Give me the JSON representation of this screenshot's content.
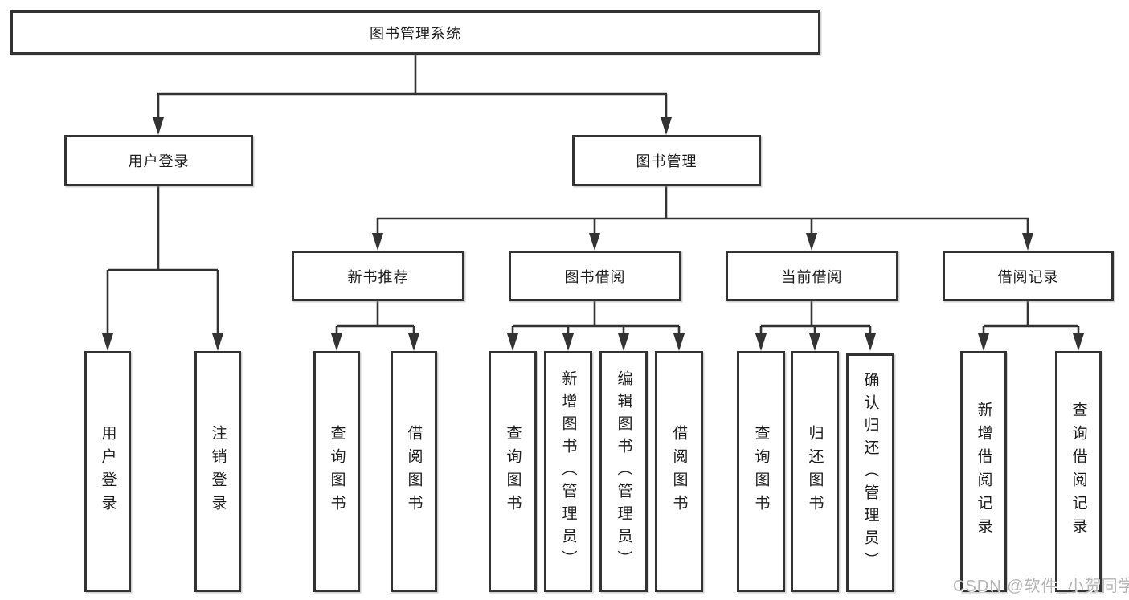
{
  "colors": {
    "line": "#333333",
    "box_border": "#333333",
    "box_fill": "#ffffff",
    "text": "#1d1d1d",
    "background": "#ffffff",
    "watermark": "#b5b5b5"
  },
  "watermark": {
    "text": "CSDN @软件_小贺同学"
  },
  "tree": {
    "label": "图书管理系统",
    "children": [
      {
        "label": "用户登录",
        "children": [
          {
            "label": "用户登录"
          },
          {
            "label": "注销登录"
          }
        ]
      },
      {
        "label": "图书管理",
        "children": [
          {
            "label": "新书推荐",
            "children": [
              {
                "label": "查询图书"
              },
              {
                "label": "借阅图书"
              }
            ]
          },
          {
            "label": "图书借阅",
            "children": [
              {
                "label": "查询图书"
              },
              {
                "label": "新增图书（管理员）"
              },
              {
                "label": "编辑图书（管理员）"
              },
              {
                "label": "借阅图书"
              }
            ]
          },
          {
            "label": "当前借阅",
            "children": [
              {
                "label": "查询图书"
              },
              {
                "label": "归还图书"
              },
              {
                "label": "确认归还（管理员）"
              }
            ]
          },
          {
            "label": "借阅记录",
            "children": [
              {
                "label": "新增借阅记录"
              },
              {
                "label": "查询借阅记录"
              }
            ]
          }
        ]
      }
    ]
  }
}
